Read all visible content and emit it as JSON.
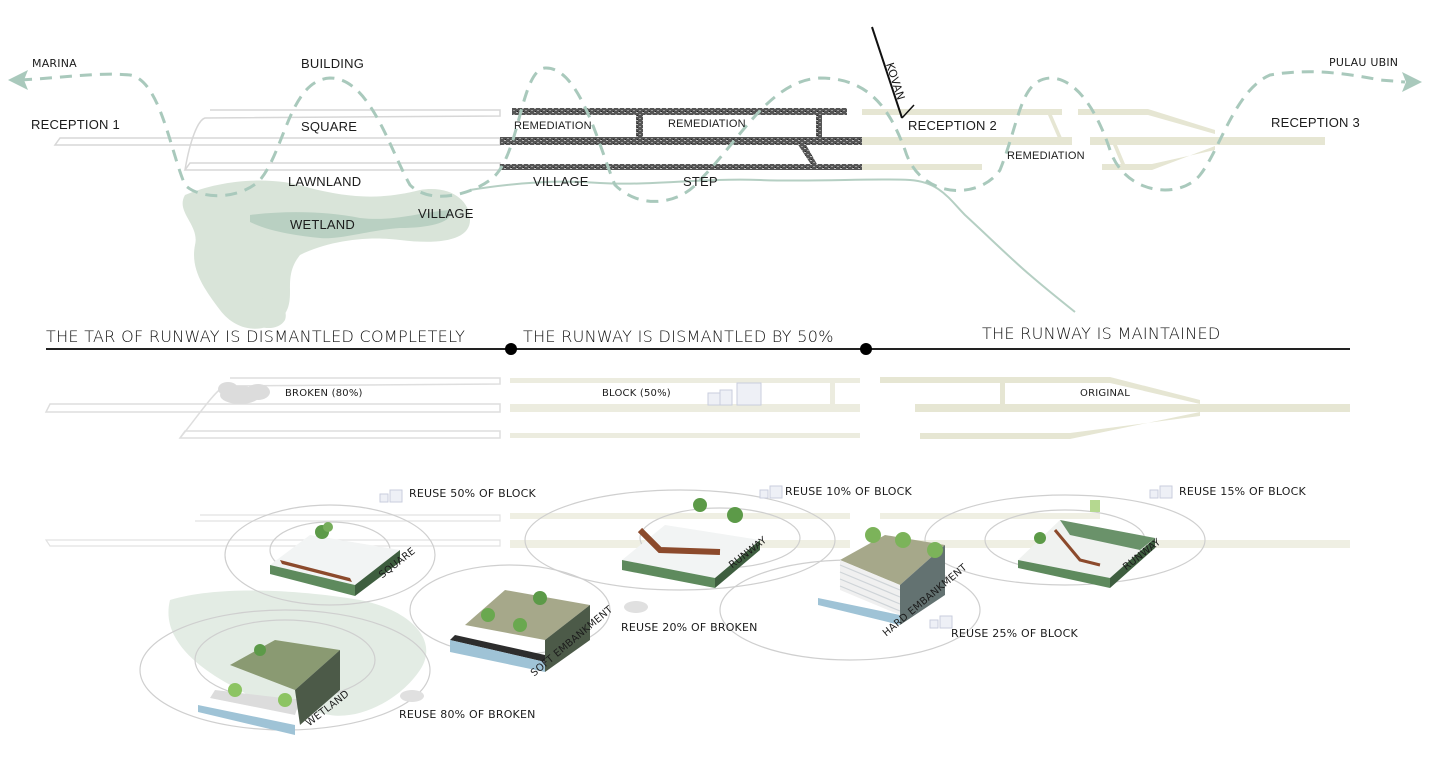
{
  "diagram": {
    "top_section": {
      "destinations": {
        "left": "MARINA",
        "right": "PULAU UBIN",
        "road": "KOVAN"
      },
      "receptions": [
        "RECEPTION 1",
        "RECEPTION 2",
        "RECEPTION 3"
      ],
      "zones": {
        "building": "BUILDING",
        "square": "SQUARE",
        "lawnland": "LAWNLAND",
        "wetland": "WETLAND",
        "village_1": "VILLAGE",
        "remediation_1": "REMEDIATION",
        "remediation_2": "REMEDIATION",
        "village_2": "VILLAGE",
        "step": "STEP",
        "remediation_3": "REMEDIATION"
      }
    },
    "timeline": {
      "phases": [
        {
          "title": "THE TAR OF RUNWAY IS DISMANTLED COMPLETELY",
          "runway_state": "BROKEN (80%)"
        },
        {
          "title": "THE RUNWAY IS DISMANTLED BY 50%",
          "runway_state": "BLOCK (50%)"
        },
        {
          "title": "THE RUNWAY IS MAINTAINED",
          "runway_state": "ORIGINAL"
        }
      ]
    },
    "modules": [
      {
        "type": "SQUARE",
        "reuse": "REUSE 50% OF BLOCK"
      },
      {
        "type": "RUNWAY",
        "reuse": "REUSE 10% OF BLOCK"
      },
      {
        "type": "RUNWAY",
        "reuse": "REUSE 15% OF BLOCK"
      },
      {
        "type": "SOFT EMBANKMENT",
        "reuse": "REUSE 20% OF BROKEN"
      },
      {
        "type": "HARD EMBANKMENT",
        "reuse": "REUSE 25% OF BLOCK"
      },
      {
        "type": "WETLAND",
        "reuse": "REUSE 80% OF BROKEN"
      }
    ],
    "colors": {
      "route_dashed": "#a9c9bc",
      "wetland_fill": "#d7e3d8",
      "wetland_dark": "#b7cfc1",
      "runway_original": "#e6e6d3",
      "runway_tar": "#3a3a3a",
      "grass": "#5f8a5e",
      "path_brown": "#8c4a2c",
      "water": "#9fc3d6",
      "timeline_line": "#222222"
    }
  }
}
